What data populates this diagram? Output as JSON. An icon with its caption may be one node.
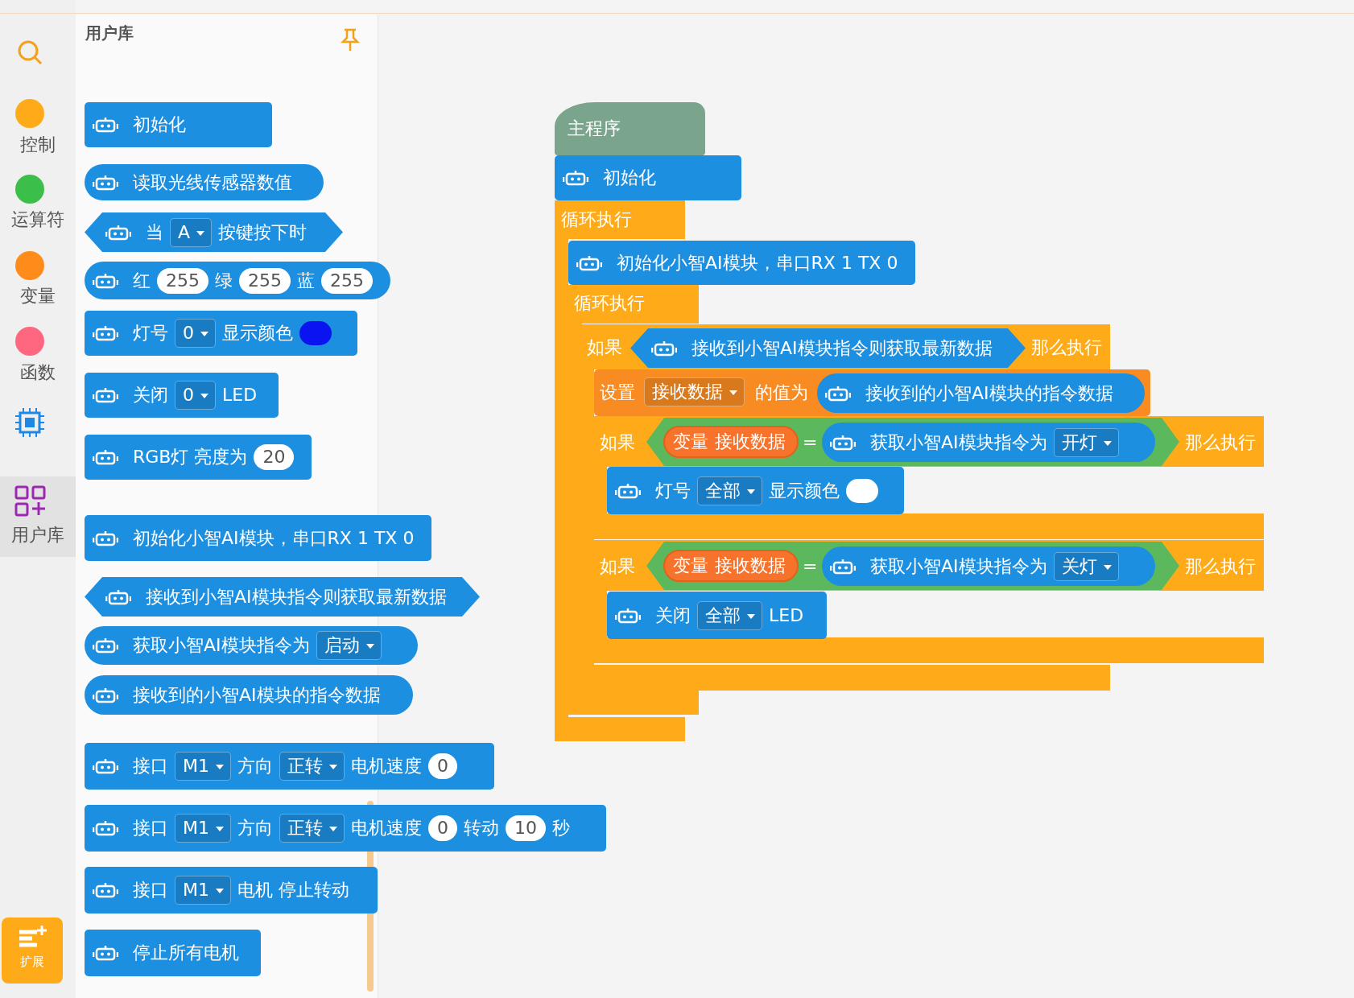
{
  "diagram": {
    "nodes": [
      {
        "text": [
          "初始化"
        ]
      },
      {
        "text": [
          "读取光线传感器数值"
        ]
      },
      {
        "text": [
          "当",
          "A",
          "按键按下时"
        ]
      },
      {
        "text": [
          "红",
          "255",
          "绿",
          "255",
          "蓝",
          "255"
        ]
      },
      {
        "text": [
          "灯号",
          "0",
          "显示颜色"
        ]
      },
      {
        "text": [
          "关闭",
          "0",
          "LED"
        ]
      },
      {
        "text": [
          "RGB灯 亮度为",
          "20"
        ]
      },
      {
        "text": [
          "初始化小智AI模块，串口RX 1 TX 0"
        ]
      },
      {
        "text": [
          "接收到小智AI模块指令则获取最新数据"
        ]
      },
      {
        "text": [
          "获取小智AI模块指令为",
          "启动"
        ]
      },
      {
        "text": [
          "接收到的小智AI模块的指令数据"
        ]
      },
      {
        "text": [
          "接口",
          "M1",
          "方向",
          "正转",
          "电机速度",
          "0"
        ]
      },
      {
        "text": [
          "接口",
          "M1",
          "方向",
          "正转",
          "电机速度",
          "0",
          "转动",
          "10",
          "秒"
        ]
      },
      {
        "text": [
          "接口",
          "M1",
          "电机 停止转动"
        ]
      },
      {
        "text": [
          "停止所有电机"
        ]
      },
      {
        "text": [
          "主程序"
        ]
      },
      {
        "text": [
          "初始化"
        ]
      },
      {
        "text": [
          "循环执行"
        ]
      },
      {
        "text": [
          "初始化小智AI模块，串口RX 1 TX 0"
        ],
        "in": 17
      },
      {
        "text": [
          "循环执行"
        ],
        "in": 17
      },
      {
        "text": [
          "如果",
          "那么执行"
        ],
        "in": 19
      },
      {
        "text": [
          "接收到小智AI模块指令则获取最新数据"
        ],
        "in": 20
      },
      {
        "text": [
          "设置",
          "接收数据",
          "的值为"
        ],
        "in": 20
      },
      {
        "text": [
          "接收到的小智AI模块的指令数据"
        ],
        "in": 22
      },
      {
        "text": [
          "如果",
          "那么执行"
        ],
        "in": 20
      },
      {
        "text": [
          "="
        ],
        "in": 24
      },
      {
        "text": [
          "变量",
          "接收数据"
        ],
        "in": 25
      },
      {
        "text": [
          "获取小智AI模块指令为",
          "开灯"
        ],
        "in": 25
      },
      {
        "text": [
          "灯号",
          "全部",
          "显示颜色"
        ],
        "in": 24
      },
      {
        "text": [
          "如果",
          "那么执行"
        ],
        "in": 20
      },
      {
        "text": [
          "="
        ],
        "in": 29
      },
      {
        "text": [
          "变量",
          "接收数据"
        ],
        "in": 30
      },
      {
        "text": [
          "获取小智AI模块指令为",
          "关灯"
        ],
        "in": 30
      },
      {
        "text": [
          "关闭",
          "全部",
          "LED"
        ],
        "in": 29
      }
    ],
    "labels": [
      "控制",
      "运算符",
      "变量",
      "函数",
      "用户库",
      "扩展",
      "用户库"
    ]
  }
}
